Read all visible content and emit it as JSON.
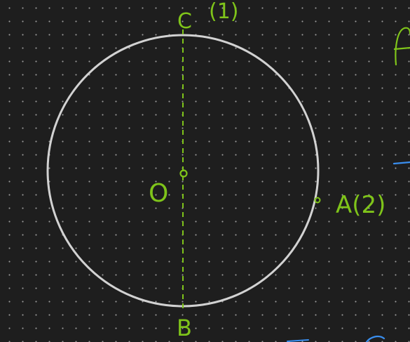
{
  "colors": {
    "background": "#1e1e1e",
    "circle": "#d2d2d2",
    "ink_green": "#7fc41a",
    "ink_blue": "#3a8ff0"
  },
  "labels": {
    "top": "C",
    "top_note": "(1)",
    "center": "O",
    "right": "A(2)",
    "bottom": "B"
  }
}
